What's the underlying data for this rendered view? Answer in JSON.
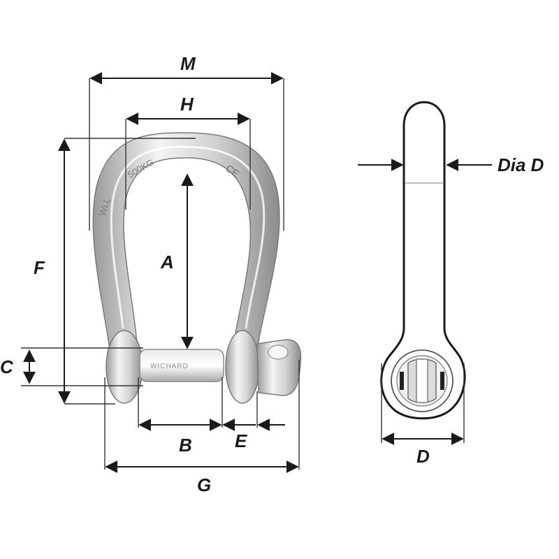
{
  "labels": {
    "M": "M",
    "H": "H",
    "A": "A",
    "F": "F",
    "C": "C",
    "B": "B",
    "E": "E",
    "G": "G",
    "dia_d": "Dia D",
    "D": "D"
  },
  "engravings": {
    "bow_text_left": "WLL",
    "bow_text_mid": "500KG",
    "bow_text_right": "CE",
    "pin_text": "WICHARD"
  },
  "colors": {
    "ink": "#1a1a1a",
    "steel_light": "#f2f2f2",
    "steel_mid": "#c9c9c9",
    "steel_dark": "#8a8a8a"
  }
}
